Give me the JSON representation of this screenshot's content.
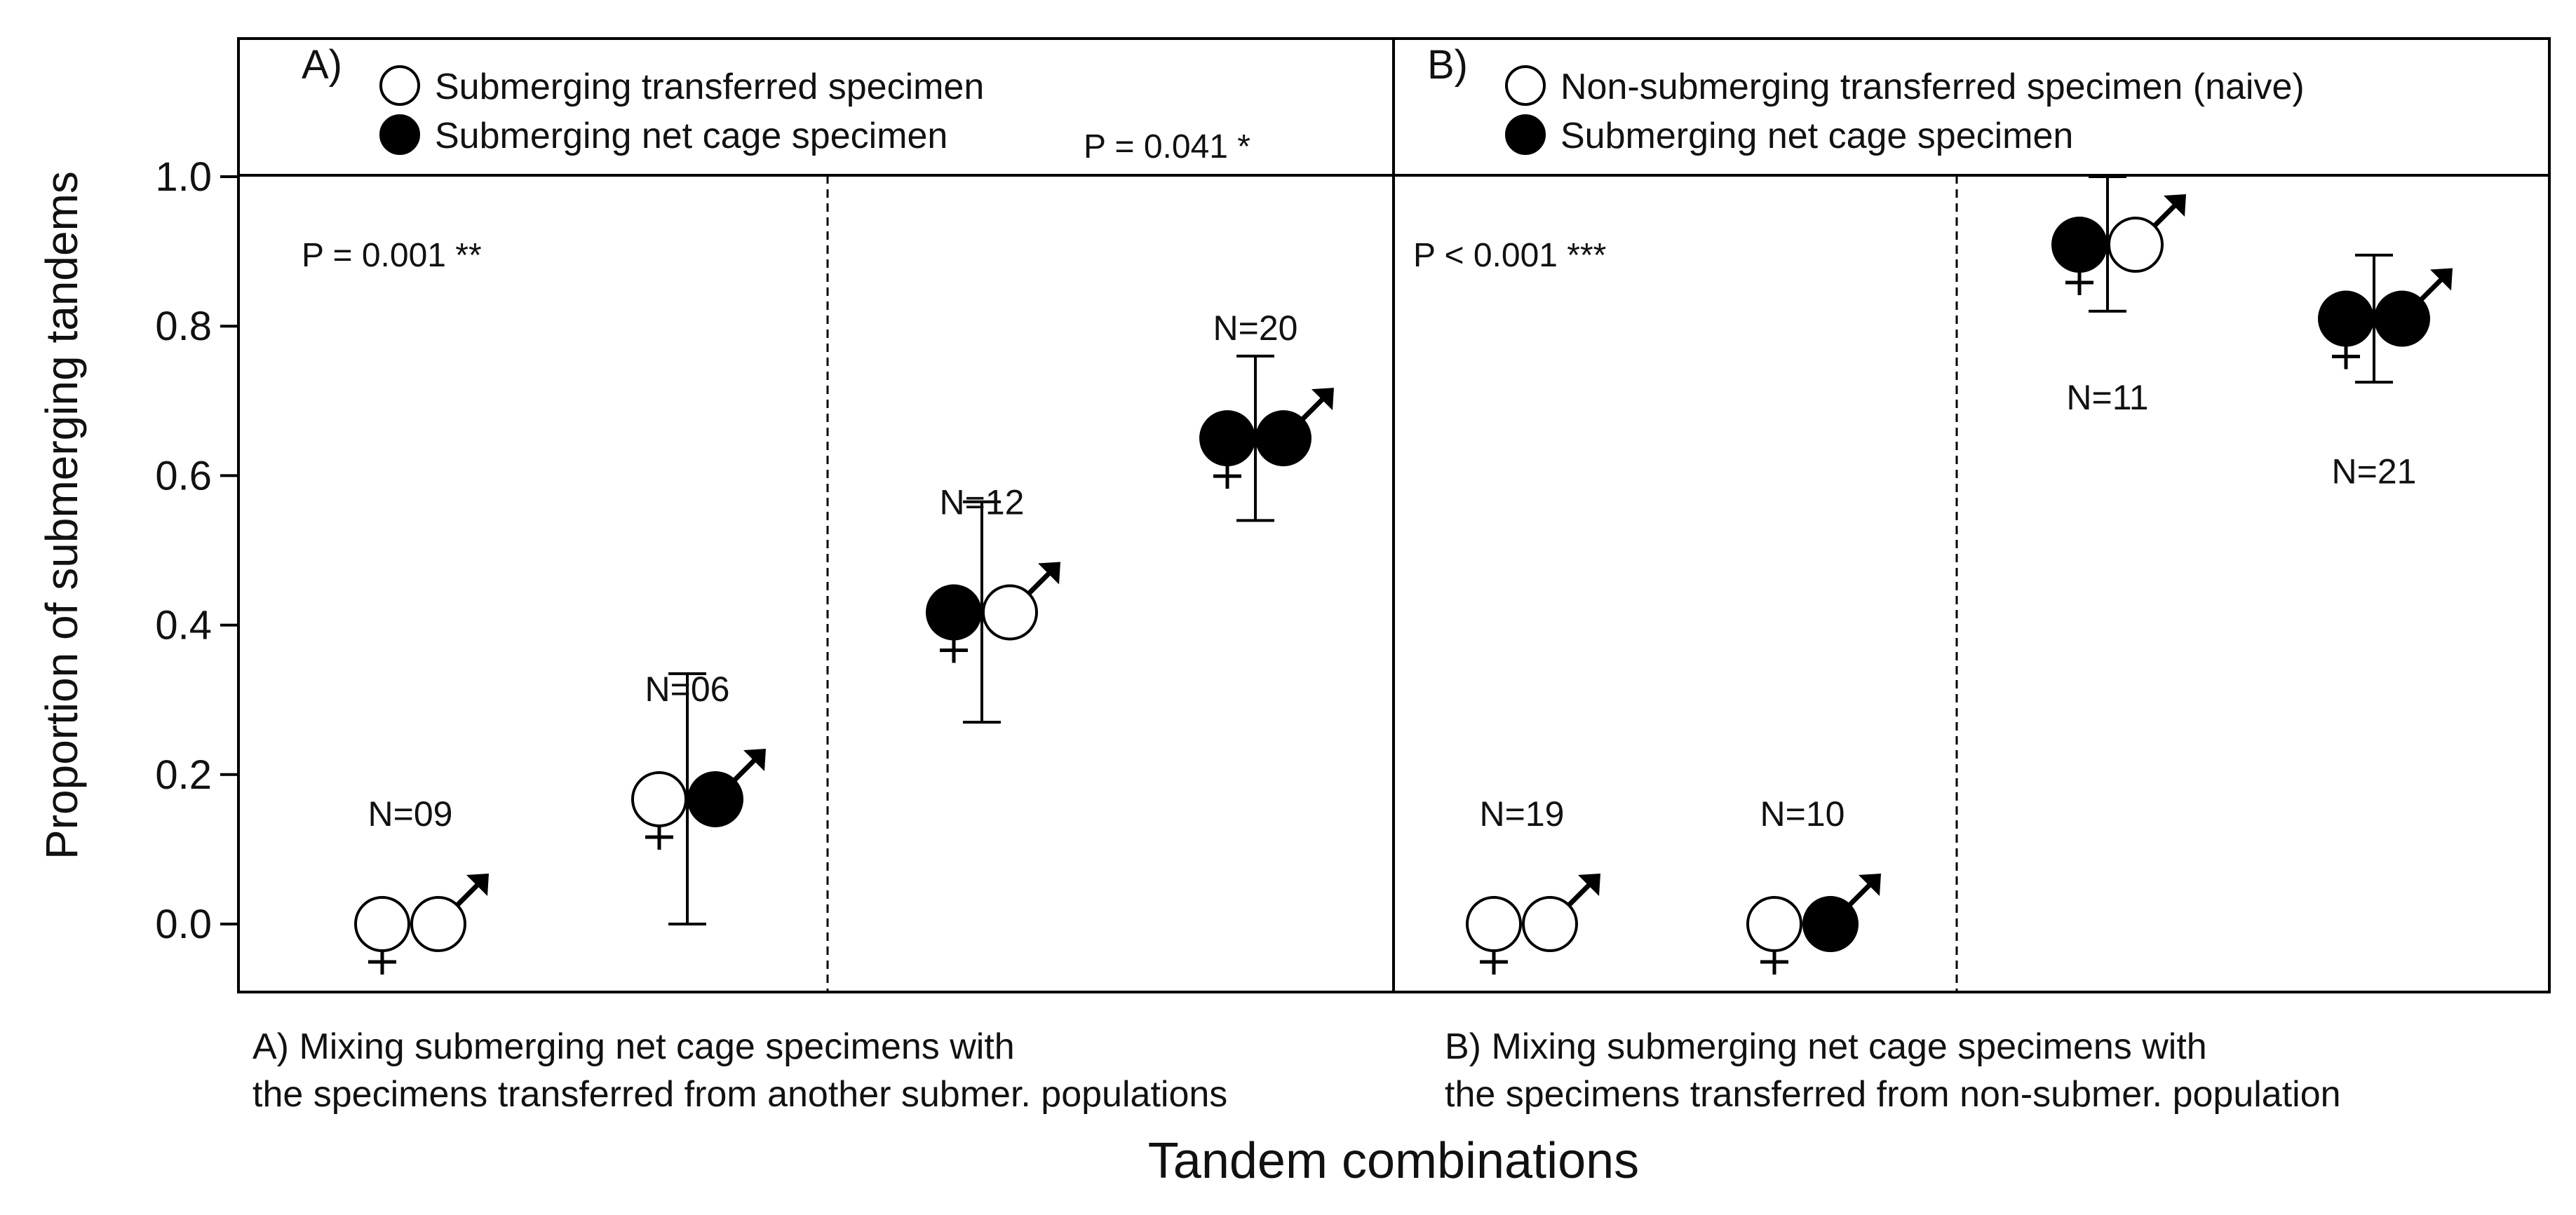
{
  "chart_data": {
    "type": "scatter",
    "ylabel": "Proportion of submerging tandems",
    "xlabel": "Tandem combinations",
    "ylim": [
      -0.09,
      1.19
    ],
    "yticks": [
      0.0,
      0.2,
      0.4,
      0.6,
      0.8,
      1.0
    ],
    "ytick_labels": [
      "0.0",
      "0.2",
      "0.4",
      "0.6",
      "0.8",
      "1.0"
    ],
    "grid": false,
    "panels": [
      {
        "label": "A)",
        "legend": [
          {
            "symbol": "open",
            "text": "Submerging transferred specimen"
          },
          {
            "symbol": "filled",
            "text": "Submerging net cage specimen"
          }
        ],
        "caption": [
          "A) Mixing submerging net cage specimens with",
          " the specimens transferred from another submer. populations"
        ],
        "groups": [
          {
            "p_text": "P = 0.001 **",
            "points": [
              0,
              1
            ]
          },
          {
            "p_text": "P = 0.041 *",
            "points": [
              2,
              3
            ]
          }
        ],
        "points": [
          {
            "n_label": "N=09",
            "female": "open",
            "male": "open",
            "y": 0.0,
            "err_low": null,
            "err_high": null
          },
          {
            "n_label": "N=06",
            "female": "open",
            "male": "filled",
            "y": 0.167,
            "err_low": 0.0,
            "err_high": 0.335
          },
          {
            "n_label": "N=12",
            "female": "filled",
            "male": "open",
            "y": 0.417,
            "err_low": 0.27,
            "err_high": 0.565
          },
          {
            "n_label": "N=20",
            "female": "filled",
            "male": "filled",
            "y": 0.65,
            "err_low": 0.54,
            "err_high": 0.76
          }
        ]
      },
      {
        "label": "B)",
        "legend": [
          {
            "symbol": "open",
            "text": "Non-submerging transferred specimen (naive)"
          },
          {
            "symbol": "filled",
            "text": "Submerging net cage specimen"
          }
        ],
        "caption": [
          "B) Mixing submerging net cage specimens with",
          " the specimens transferred from non-submer. population"
        ],
        "groups": [
          {
            "p_text": "P < 0.001 ***",
            "points": [
              0,
              1,
              2,
              3
            ]
          }
        ],
        "points": [
          {
            "n_label": "N=19",
            "female": "open",
            "male": "open",
            "y": 0.0,
            "err_low": null,
            "err_high": null
          },
          {
            "n_label": "N=10",
            "female": "open",
            "male": "filled",
            "y": 0.0,
            "err_low": null,
            "err_high": null
          },
          {
            "n_label": "N=11",
            "female": "filled",
            "male": "open",
            "y": 0.909,
            "err_low": 0.82,
            "err_high": 1.0
          },
          {
            "n_label": "N=21",
            "female": "filled",
            "male": "filled",
            "y": 0.81,
            "err_low": 0.725,
            "err_high": 0.895
          }
        ]
      }
    ]
  }
}
